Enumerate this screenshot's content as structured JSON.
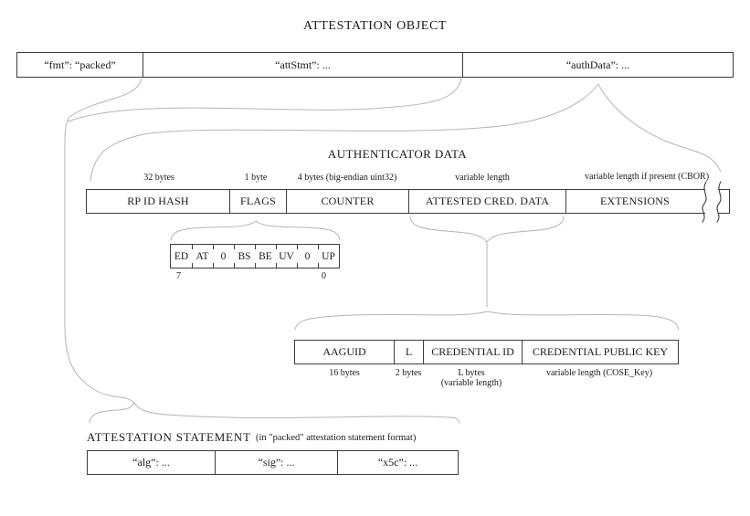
{
  "title": "ATTESTATION OBJECT",
  "attestation_object": {
    "cells": [
      "“fmt”: “packed”",
      "“attStmt”: ...",
      "“authData”: ..."
    ]
  },
  "authenticator_data": {
    "title": "AUTHENTICATOR DATA",
    "size_labels": [
      "32 bytes",
      "1 byte",
      "4 bytes (big-endian uint32)",
      "variable length",
      "variable length if present (CBOR)"
    ],
    "cells": [
      "RP ID HASH",
      "FLAGS",
      "COUNTER",
      "ATTESTED CRED. DATA",
      "EXTENSIONS"
    ]
  },
  "flags": {
    "bits": [
      "ED",
      "AT",
      "0",
      "BS",
      "BE",
      "UV",
      "0",
      "UP"
    ],
    "msb_label": "7",
    "lsb_label": "0"
  },
  "attested_credential_data": {
    "cells": [
      "AAGUID",
      "L",
      "CREDENTIAL ID",
      "CREDENTIAL PUBLIC KEY"
    ],
    "size_labels": {
      "aaguid": "16 bytes",
      "l": "2 bytes",
      "credential_id_line1": "L bytes",
      "credential_id_line2": "(variable length)",
      "credential_public_key": "variable length (COSE_Key)"
    }
  },
  "attestation_statement": {
    "title": "ATTESTATION STATEMENT",
    "subtitle": "(in \"packed\" attestation statement format)",
    "cells": [
      "“alg”: ...",
      "“sig”: ...",
      "“x5c”: ..."
    ]
  },
  "colors": {
    "connector_line": "#b4b4b4",
    "box_border": "#3d3d3d",
    "text": "#1a1a1a",
    "background": "#ffffff"
  }
}
